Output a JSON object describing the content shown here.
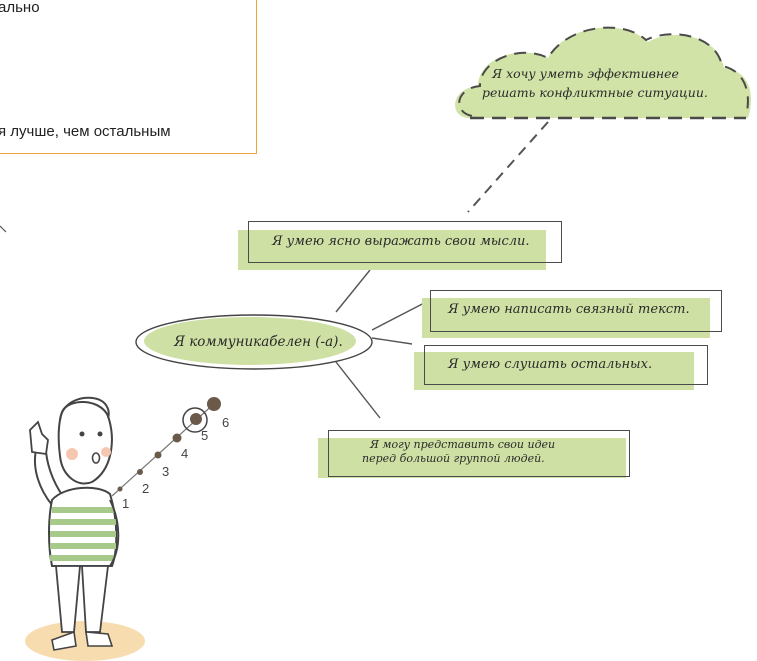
{
  "clipped_text": {
    "line1": "ально",
    "line2": "я лучше, чем остальным"
  },
  "cloud": {
    "line1": "Я хочу уметь эффективнее",
    "line2": "решать конфликтные ситуации."
  },
  "center": "Я коммуникабелен (-а).",
  "notes": [
    "Я умею ясно выражать свои мысли.",
    "Я умею написать связный текст.",
    "Я умею слушать остальных.",
    "Я могу представить свои идеи",
    "перед большой группой людей."
  ],
  "steps": [
    "1",
    "2",
    "3",
    "4",
    "5",
    "6"
  ],
  "colors": {
    "note_green": "#cfe0a4",
    "cloud_green": "#d2e3a8",
    "border_orange": "#f0a23c",
    "line_gray": "#555555"
  }
}
